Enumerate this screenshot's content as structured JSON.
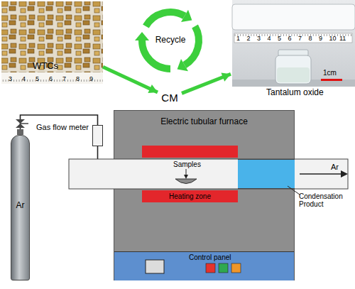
{
  "diagram": {
    "nodes": [
      {
        "text": [
          "WTCs"
        ]
      },
      {
        "text": [
          "Recycle"
        ]
      },
      {
        "text": [
          "Tantalum oxide"
        ]
      },
      {
        "text": [
          "CM"
        ]
      },
      {
        "text": [
          "Ar"
        ]
      },
      {
        "text": [
          "Gas flow meter"
        ]
      },
      {
        "text": [
          "Electric tubular furnace"
        ]
      },
      {
        "text": [
          "Heating zone"
        ],
        "in": 6
      },
      {
        "text": [
          "Condensation Product"
        ],
        "in": 6
      },
      {
        "text": [
          "Control panel"
        ],
        "in": 6
      }
    ],
    "edges": [
      {
        "from": 0,
        "to": 3,
        "arrow": "to"
      },
      {
        "from": 3,
        "to": 2,
        "arrow": "to"
      },
      {
        "from": 4,
        "to": 5,
        "arrow": "none"
      },
      {
        "from": 5,
        "to": 6,
        "arrow": "none"
      }
    ],
    "labels": [
      "3",
      "4",
      "5",
      "6",
      "7",
      "8",
      "9",
      "1",
      "2",
      "3",
      "4",
      "5",
      "6",
      "7",
      "8",
      "9",
      "10",
      "11",
      "1cm",
      "Samples",
      "Ar"
    ]
  }
}
